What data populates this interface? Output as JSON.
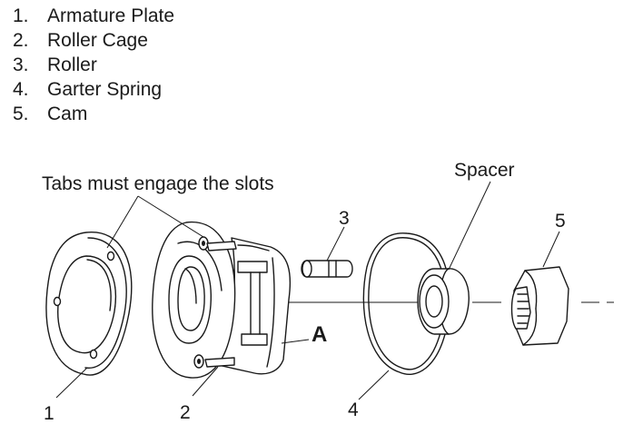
{
  "legend": [
    {
      "num": "1.",
      "label": "Armature Plate"
    },
    {
      "num": "2.",
      "label": "Roller Cage"
    },
    {
      "num": "3.",
      "label": "Roller"
    },
    {
      "num": "4.",
      "label": "Garter Spring"
    },
    {
      "num": "5.",
      "label": "Cam"
    }
  ],
  "callouts": {
    "tabs_note": "Tabs must engage the slots",
    "spacer": "Spacer",
    "a_label": "A",
    "n1": "1",
    "n2": "2",
    "n3": "3",
    "n4": "4",
    "n5": "5"
  }
}
